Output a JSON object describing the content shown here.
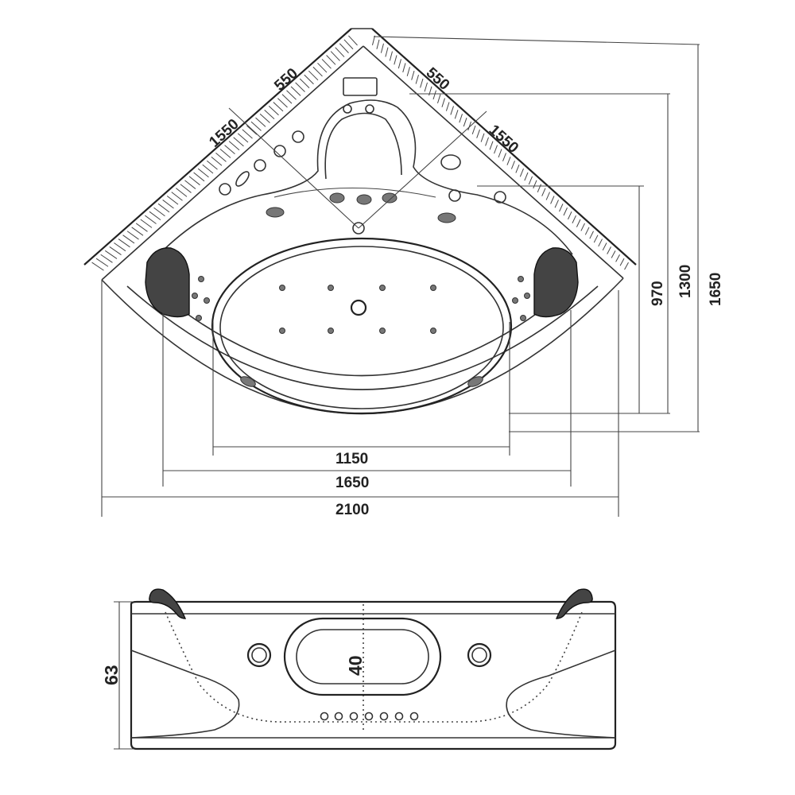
{
  "plan_view": {
    "edge_long_left": "1550",
    "edge_short_left": "550",
    "edge_short_right": "550",
    "edge_long_right": "1550",
    "height_inner": "970",
    "height_mid": "1300",
    "height_outer": "1650",
    "width_inner": "1150",
    "width_mid": "1650",
    "width_outer": "2100"
  },
  "side_view": {
    "height": "63",
    "depth": "40"
  },
  "colors": {
    "line": "#333333",
    "pillow": "#444444",
    "background": "#ffffff"
  }
}
